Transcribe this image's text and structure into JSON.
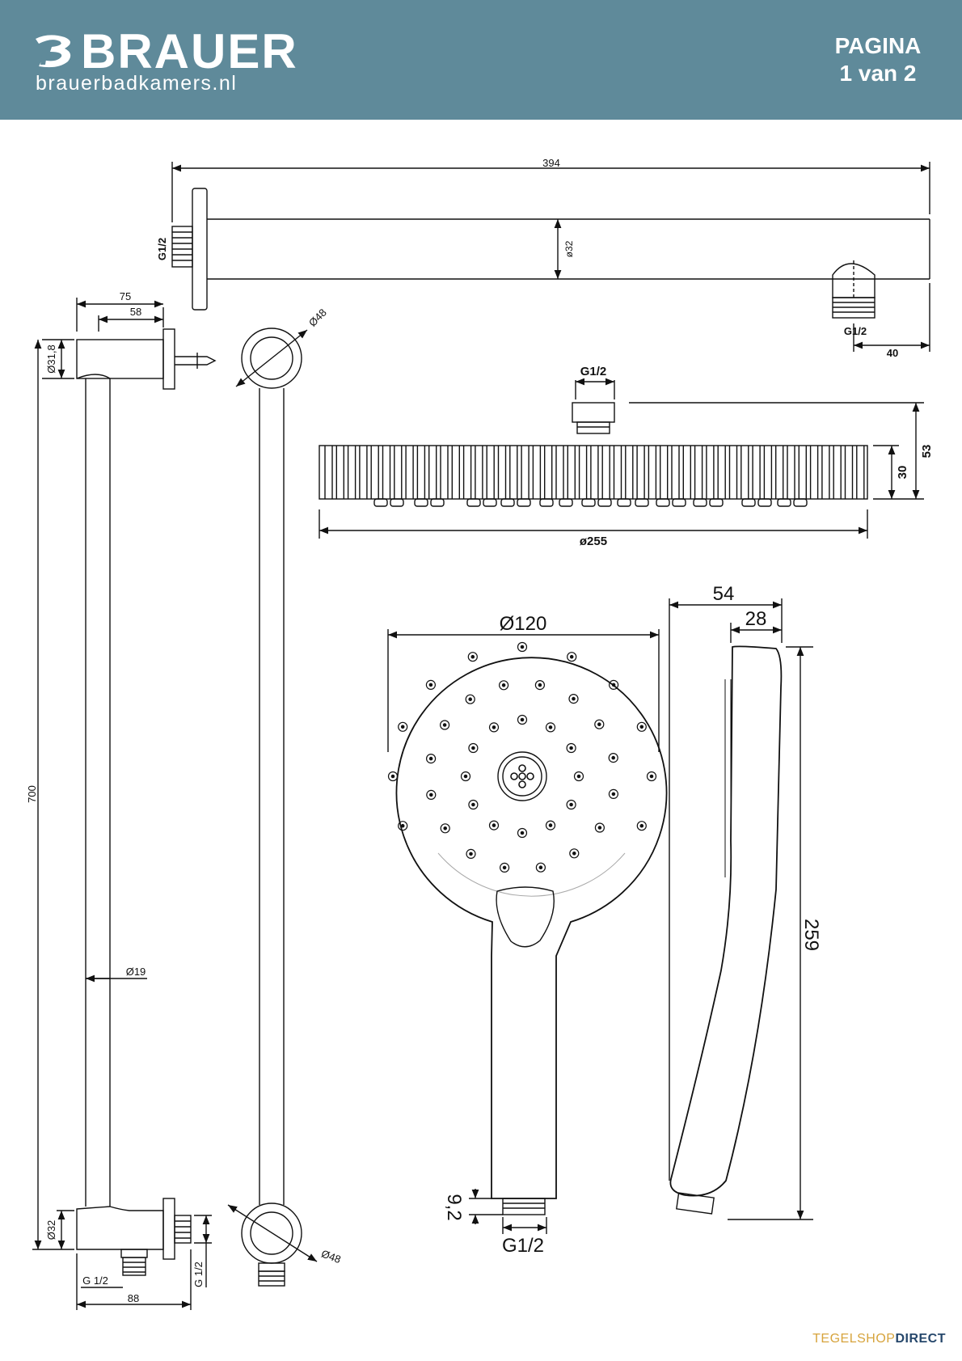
{
  "header": {
    "brand": "BRAUER",
    "website": "brauerbadkamers.nl",
    "page_word": "PAGINA",
    "page_number": "1 van 2",
    "background_color": "#5f8a9a"
  },
  "dimensions": {
    "arm_length": "394",
    "arm_thread": "G1/2",
    "arm_diameter": "ø32",
    "outlet_thread": "G1/2",
    "outlet_offset": "40",
    "bracket_depth": "75",
    "bracket_inner": "58",
    "bracket_diameter": "Ø31,8",
    "bracket_ring": "Ø48",
    "rail_length": "700",
    "rail_diameter": "Ø19",
    "bottom_diameter": "Ø32",
    "bottom_thread": "G 1/2",
    "bottom_thread_vertical": "G 1/2",
    "bottom_width": "88",
    "bottom_ring": "Ø48",
    "head_thread": "G1/2",
    "head_height": "53",
    "head_thickness": "30",
    "head_diameter": "ø255",
    "hand_diameter": "Ø120",
    "hand_depth": "54",
    "hand_depth_inner": "28",
    "hand_length": "259",
    "hand_thread_length": "9,2",
    "hand_thread": "G1/2"
  },
  "footer": {
    "logo_part1": "TEGELSHOP",
    "logo_part2": "DIRECT"
  }
}
